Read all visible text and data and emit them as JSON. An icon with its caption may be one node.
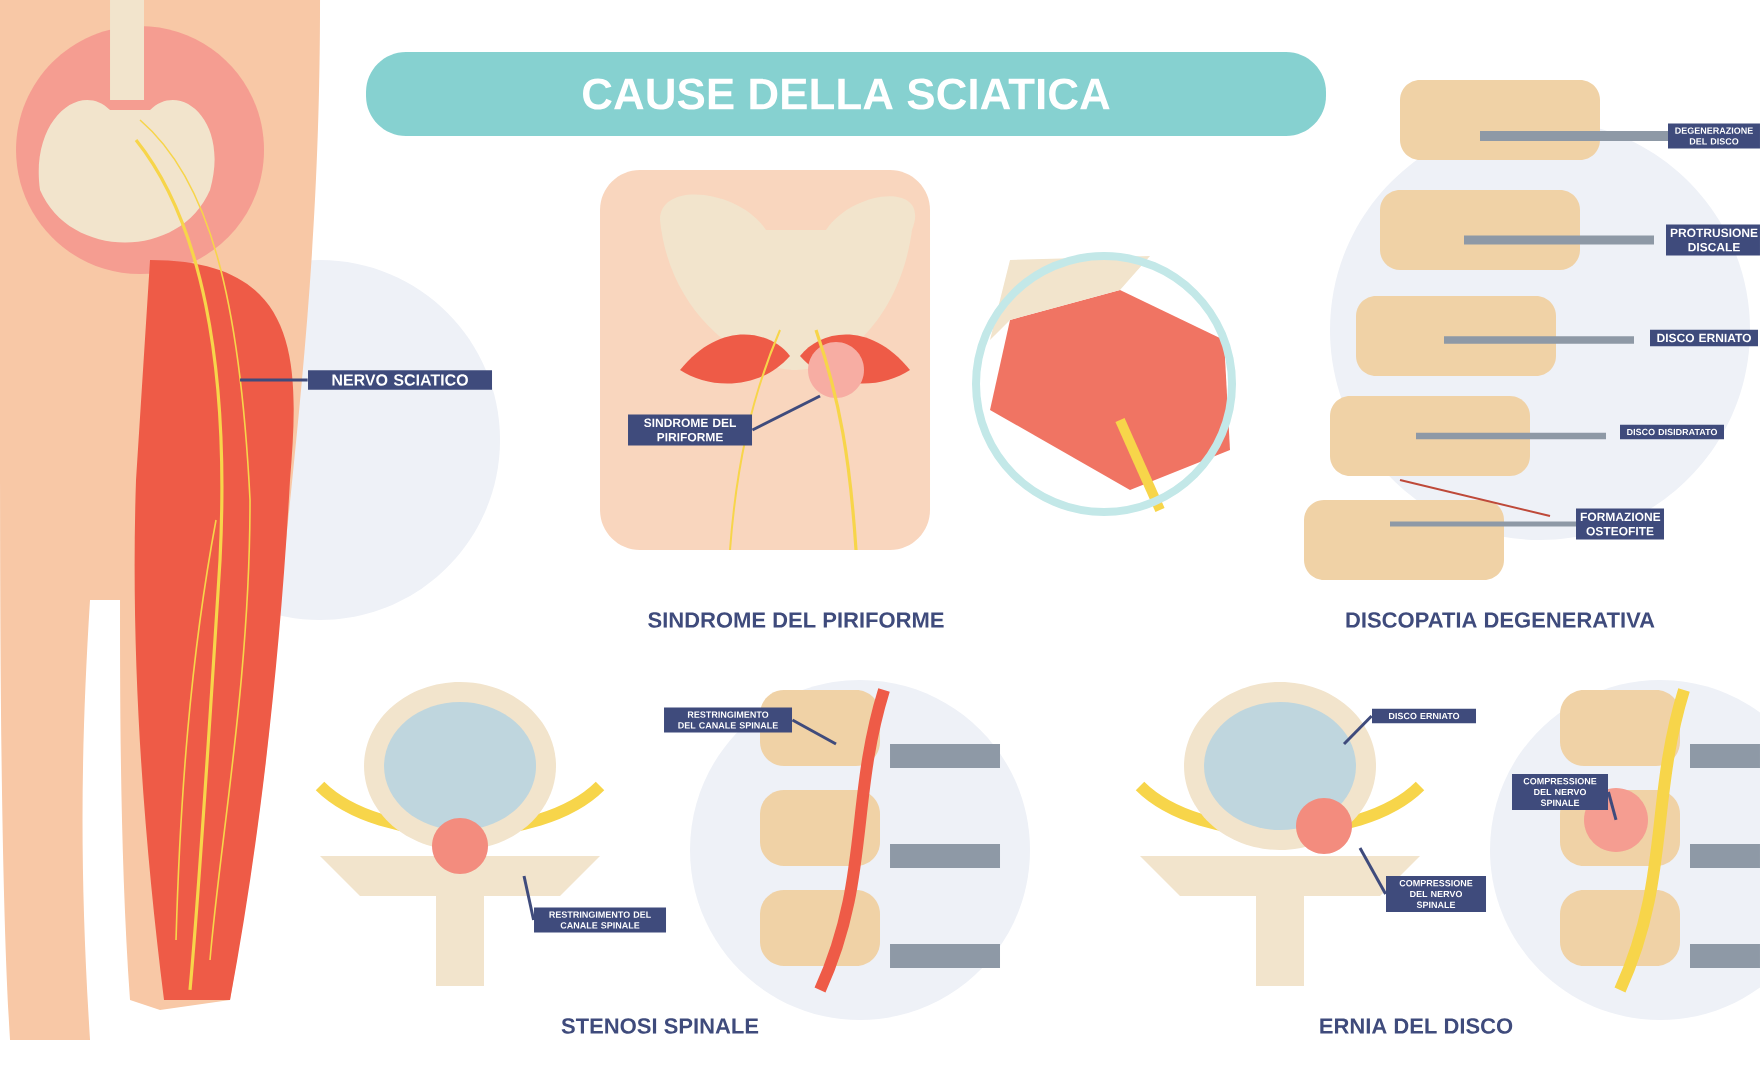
{
  "diagram": {
    "title": "CAUSE DELLA SCIATICA",
    "nodes": [
      {
        "text": [
          "NERVO SCIATICO"
        ]
      },
      {
        "text": [
          "SINDROME DEL PIRIFORME"
        ]
      },
      {
        "text": [
          "DEGENERAZIONE DEL DISCO"
        ]
      },
      {
        "text": [
          "PROTRUSIONE DISCALE"
        ]
      },
      {
        "text": [
          "DISCO ERNIATO"
        ]
      },
      {
        "text": [
          "DISCO DISIDRATATO"
        ]
      },
      {
        "text": [
          "FORMAZIONE OSTEOFITE"
        ]
      },
      {
        "text": [
          "RESTRINGIMENTO DEL CANALE SPINALE"
        ]
      },
      {
        "text": [
          "RESTRINGIMENTO DEL CANALE SPINALE"
        ]
      },
      {
        "text": [
          "DISCO ERNIATO"
        ]
      },
      {
        "text": [
          "COMPRESSIONE DEL NERVO SPINALE"
        ]
      },
      {
        "text": [
          "COMPRESSIONE DEL NERVO SPINALE"
        ]
      }
    ],
    "edges": [
      {
        "from": 0,
        "to": null,
        "arrow": "none"
      },
      {
        "from": 1,
        "to": null,
        "arrow": "none"
      },
      {
        "from": 7,
        "to": null,
        "arrow": "none"
      },
      {
        "from": 8,
        "to": null,
        "arrow": "none"
      },
      {
        "from": 9,
        "to": null,
        "arrow": "none"
      },
      {
        "from": 10,
        "to": null,
        "arrow": "none"
      },
      {
        "from": 11,
        "to": null,
        "arrow": "none"
      }
    ],
    "labels": [
      "SINDROME DEL PIRIFORME",
      "DISCOPATIA DEGENERATIVA",
      "STENOSI SPINALE",
      "ERNIA DEL DISCO"
    ]
  }
}
